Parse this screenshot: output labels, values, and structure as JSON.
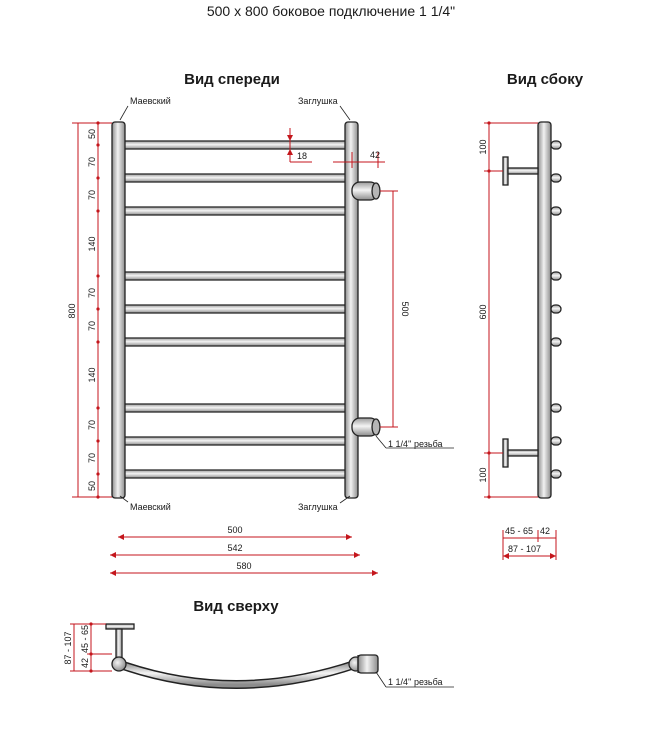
{
  "title": "500 x 800 боковое подключение 1 1/4\"",
  "views": {
    "front": "Вид спереди",
    "side": "Вид сбоку",
    "top": "Вид сверху"
  },
  "labels": {
    "maevsky": "Маевский",
    "zaglushka": "Заглушка",
    "thread": "1 1/4'' резьба"
  },
  "colors": {
    "dimension": "#c4161c",
    "pipe_light": "#f2f2f2",
    "pipe_dark": "#8c8c8c",
    "outline": "#222222"
  },
  "dimensions": {
    "front_total_height": "800",
    "front_spacings": [
      "50",
      "70",
      "70",
      "140",
      "70",
      "70",
      "140",
      "70",
      "70",
      "50"
    ],
    "pipe_offset": "18",
    "outlet_offset": "42",
    "inlet_distance": "500",
    "width_inner": "500",
    "width_mid": "542",
    "width_outer": "580",
    "side_top": "100",
    "side_mid": "600",
    "side_bottom": "100",
    "side_depth_a": "45 - 65",
    "side_depth_b": "42",
    "side_depth_total": "87 - 107",
    "top_total": "87 - 107",
    "top_a": "42",
    "top_b": "45 - 65"
  }
}
